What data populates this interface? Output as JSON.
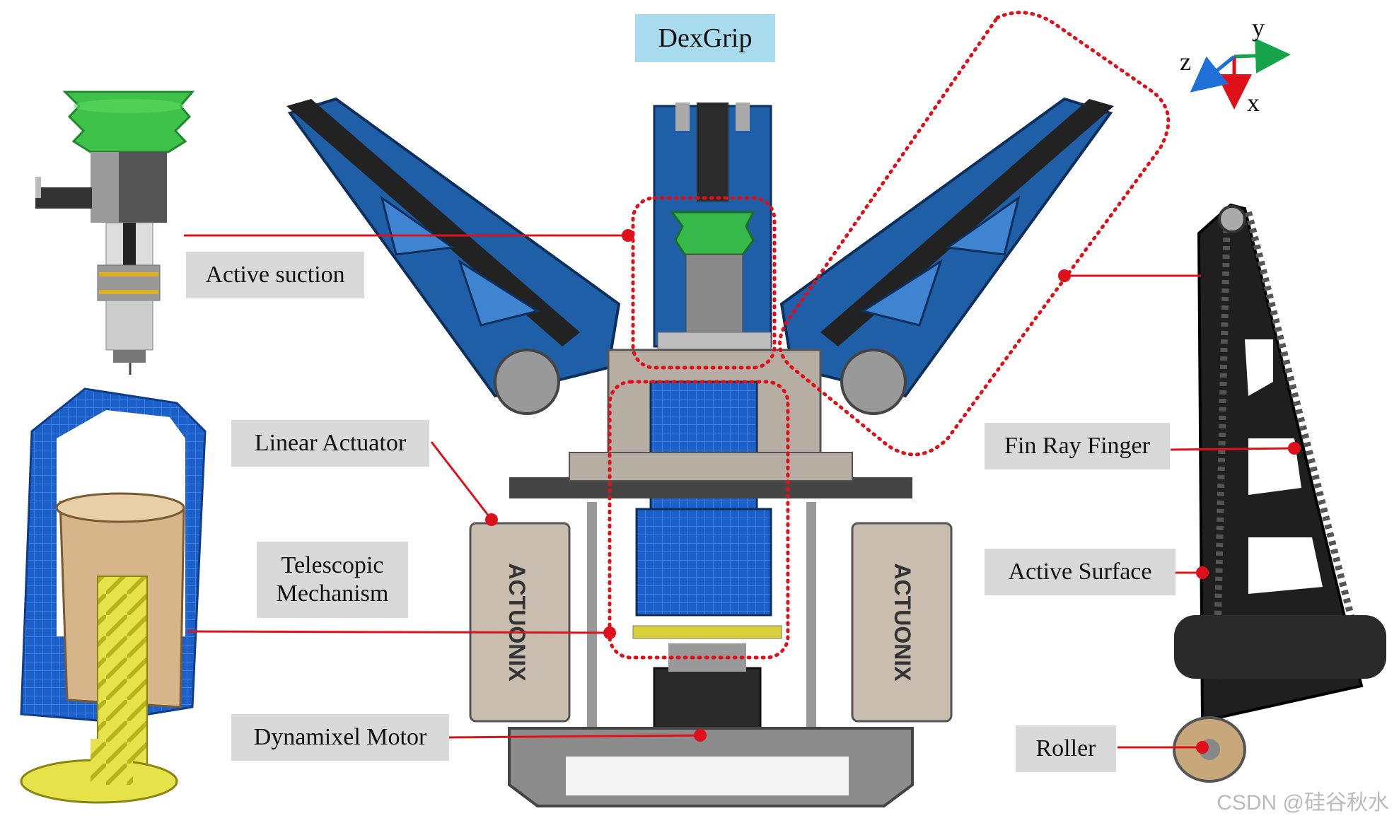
{
  "title": "DexGrip",
  "labels": {
    "active_suction": "Active suction",
    "linear_actuator": "Linear Actuator",
    "telescopic_mechanism": "Telescopic\nMechanism",
    "dynamixel_motor": "Dynamixel Motor",
    "fin_ray_finger": "Fin Ray Finger",
    "active_surface": "Active Surface",
    "roller": "Roller"
  },
  "axes": {
    "x": "x",
    "y": "y",
    "z": "z"
  },
  "actuator_brand": "ACTUONIX",
  "watermark": "CSDN @硅谷秋水",
  "colors": {
    "leader_line": "#e0101a",
    "dotted_outline": "#e0101a",
    "axis_x": "#e0101a",
    "axis_y": "#16a34a",
    "axis_z": "#1e6fd6",
    "gripper_blue": "#1f5fa8",
    "title_bg": "#a9dbef",
    "label_bg": "#d9d9d9"
  }
}
